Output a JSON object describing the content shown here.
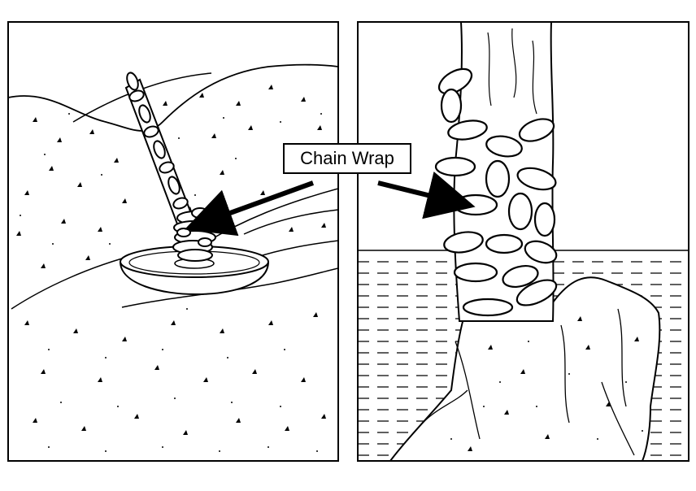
{
  "callout": {
    "label": "Chain Wrap"
  },
  "colors": {
    "ink": "#000000",
    "paper": "#ffffff",
    "chain_fill": "#ffffff"
  },
  "panels": [
    {
      "id": "left",
      "scene": "sand-with-socket"
    },
    {
      "id": "right",
      "scene": "water-with-post"
    }
  ],
  "icons": {
    "pointer": "arrow-icon"
  }
}
